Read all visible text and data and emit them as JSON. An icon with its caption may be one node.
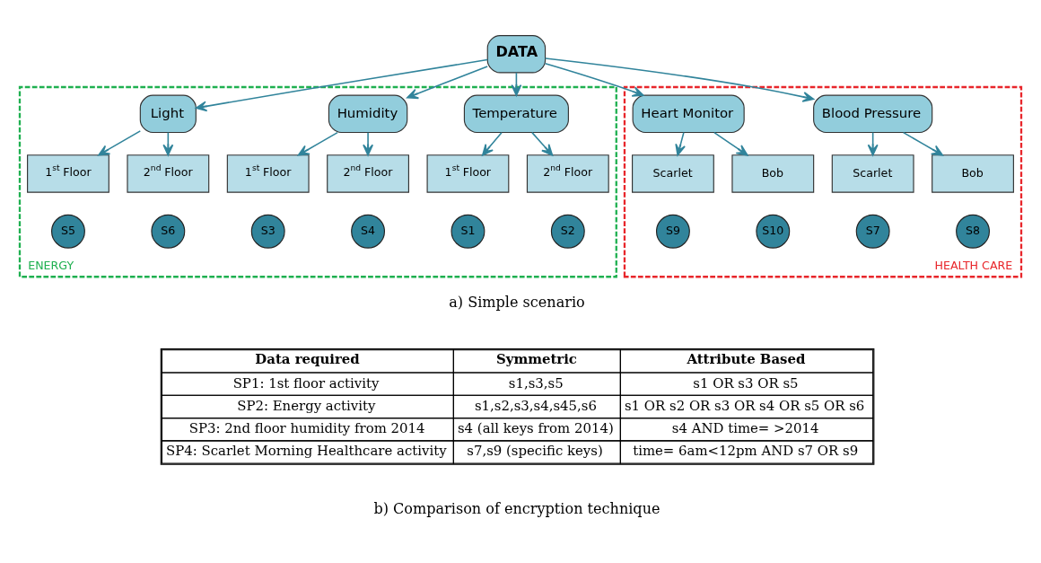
{
  "diagram": {
    "nodes": [
      {
        "text": [
          "DATA"
        ]
      },
      {
        "text": [
          "ENERGY"
        ]
      },
      {
        "text": [
          "Temperature"
        ],
        "in": 1
      },
      {
        "text": [
          "Humidity"
        ],
        "in": 1
      },
      {
        "text": [
          "Light"
        ],
        "in": 1
      },
      {
        "text": [
          "1$^{st}$ Floor"
        ],
        "in": 1
      },
      {
        "text": [
          "2$^{nd}$ Floor"
        ],
        "in": 1
      },
      {
        "text": [
          "1$^{st}$ Floor"
        ],
        "in": 1
      },
      {
        "text": [
          "2$^{nd}$ Floor"
        ],
        "in": 1
      },
      {
        "text": [
          "1$^{st}$ Floor"
        ],
        "in": 1
      },
      {
        "text": [
          "2$^{nd}$ Floor"
        ],
        "in": 1
      },
      {
        "text": [
          "S1"
        ],
        "in": 1
      },
      {
        "text": [
          "S2"
        ],
        "in": 1
      },
      {
        "text": [
          "S3"
        ],
        "in": 1
      },
      {
        "text": [
          "S4"
        ],
        "in": 1
      },
      {
        "text": [
          "S5"
        ],
        "in": 1
      },
      {
        "text": [
          "S6"
        ],
        "in": 1
      },
      {
        "text": [
          "HEALTH CARE"
        ]
      },
      {
        "text": [
          "Blood Pressure"
        ],
        "in": 17
      },
      {
        "text": [
          "Heart Monitor"
        ],
        "in": 17
      },
      {
        "text": [
          "Scarlet"
        ],
        "in": 17
      },
      {
        "text": [
          "Bob"
        ],
        "in": 17
      },
      {
        "text": [
          "Scarlet"
        ],
        "in": 17
      },
      {
        "text": [
          "Bob"
        ],
        "in": 17
      },
      {
        "text": [
          "S7"
        ],
        "in": 17
      },
      {
        "text": [
          "S8"
        ],
        "in": 17
      },
      {
        "text": [
          "S9"
        ],
        "in": 17
      },
      {
        "text": [
          "S10"
        ],
        "in": 17
      }
    ],
    "edges": [
      {
        "from": 0,
        "to": 2,
        "arrow": "to"
      },
      {
        "from": 0,
        "to": 3,
        "arrow": "to"
      },
      {
        "from": 0,
        "to": 4,
        "arrow": "to"
      },
      {
        "from": 0,
        "to": 18,
        "arrow": "to"
      },
      {
        "from": 0,
        "to": 19,
        "arrow": "to"
      },
      {
        "from": 2,
        "to": 5,
        "arrow": "to"
      },
      {
        "from": 2,
        "to": 6,
        "arrow": "to"
      },
      {
        "from": 3,
        "to": 7,
        "arrow": "to"
      },
      {
        "from": 3,
        "to": 8,
        "arrow": "to"
      },
      {
        "from": 4,
        "to": 9,
        "arrow": "to"
      },
      {
        "from": 4,
        "to": 10,
        "arrow": "to"
      },
      {
        "from": 18,
        "to": 20,
        "arrow": "to"
      },
      {
        "from": 18,
        "to": 21,
        "arrow": "to"
      },
      {
        "from": 19,
        "to": 22,
        "arrow": "to"
      },
      {
        "from": 19,
        "to": 23,
        "arrow": "to"
      }
    ],
    "labels": [
      "a) Simple scenario",
      "Data required",
      "Symmetric",
      "Attribute Based",
      "SP1: 1st floor activity",
      "s1,s3,s5",
      "s1 OR s3 OR s5",
      "SP2: Energy activity",
      "s1,s2,s3,s4,s45,s6",
      "s1 OR s2 OR s3 OR s4 OR s5 OR s6",
      "SP3: 2nd floor humidity from 2014",
      "s4 (all keys from 2014)",
      "s4 AND time= >2014",
      "SP4: Scarlet Morning Healthcare activity",
      "s7,s9 (specific keys)",
      "time= 6am<12pm AND s7 OR s9",
      "b) Comparison of encryption technique"
    ]
  }
}
